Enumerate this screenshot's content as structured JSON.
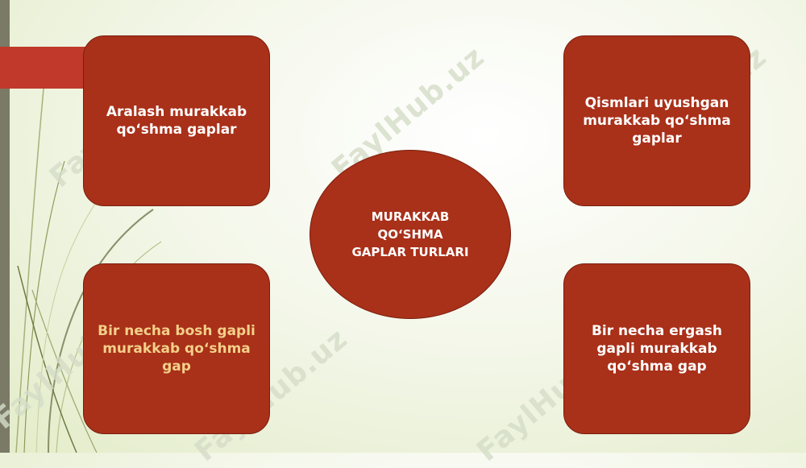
{
  "watermark": "FaylHub.uz",
  "center": "MURAKKAB\nQO‘SHMA\nGAPLAR TURLARI",
  "boxes": {
    "top_left": "Aralash murakkab\nqo‘shma gaplar",
    "top_right": "Qismlari uyushgan\nmurakkab qo‘shma\ngaplar",
    "bottom_left": "Bir necha bosh gapli\nmurakkab qo‘shma\ngap",
    "bottom_right": "Bir necha ergash\ngapli murakkab\nqo‘shma gap"
  },
  "colors": {
    "box_fill": "#a93019",
    "accent_bar": "#c0392b",
    "left_strip": "#7a7a66",
    "highlight_text": "#f3d089"
  }
}
